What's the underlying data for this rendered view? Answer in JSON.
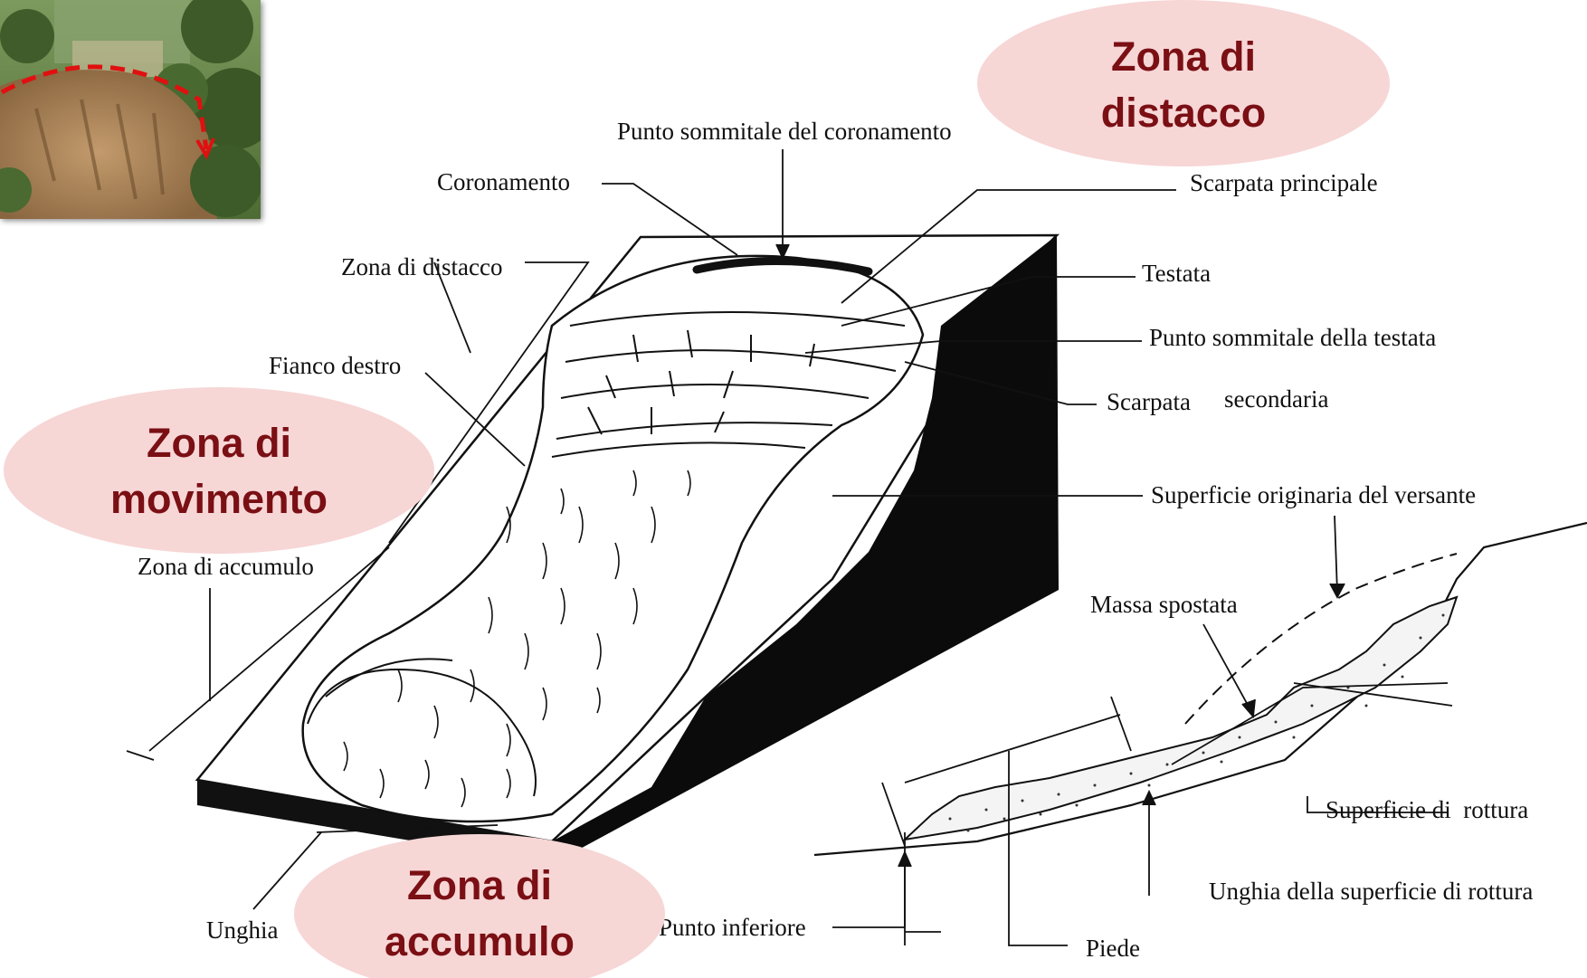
{
  "zones": {
    "distacco": [
      "Zona di",
      "distacco"
    ],
    "movimento": [
      "Zona di",
      "movimento"
    ],
    "accumulo": [
      "Zona di",
      "accumulo"
    ]
  },
  "labels": {
    "punto_sommitale_coronamento": "Punto sommitale del coronamento",
    "coronamento": "Coronamento",
    "scarpata_principale": "Scarpata principale",
    "zona_di_distacco": "Zona di distacco",
    "testata": "Testata",
    "punto_sommitale_testata": "Punto sommitale della testata",
    "fianco_destro": "Fianco destro",
    "scarpata": "Scarpata",
    "secondaria": "secondaria",
    "superficie_originaria": "Superficie originaria del versante",
    "zona_di_accumulo": "Zona di accumulo",
    "massa_spostata": "Massa spostata",
    "superficie_di_rottura": "Superficie di  rottura",
    "unghia_superficie_rottura": "Unghia della superficie di rottura",
    "unghia": "Unghia",
    "punto_inferiore": "Punto inferiore",
    "piede": "Piede"
  },
  "colors": {
    "zone_fill": "#f7d6d6",
    "zone_text": "#7a0f14",
    "scarp_arrow": "#e01010"
  }
}
